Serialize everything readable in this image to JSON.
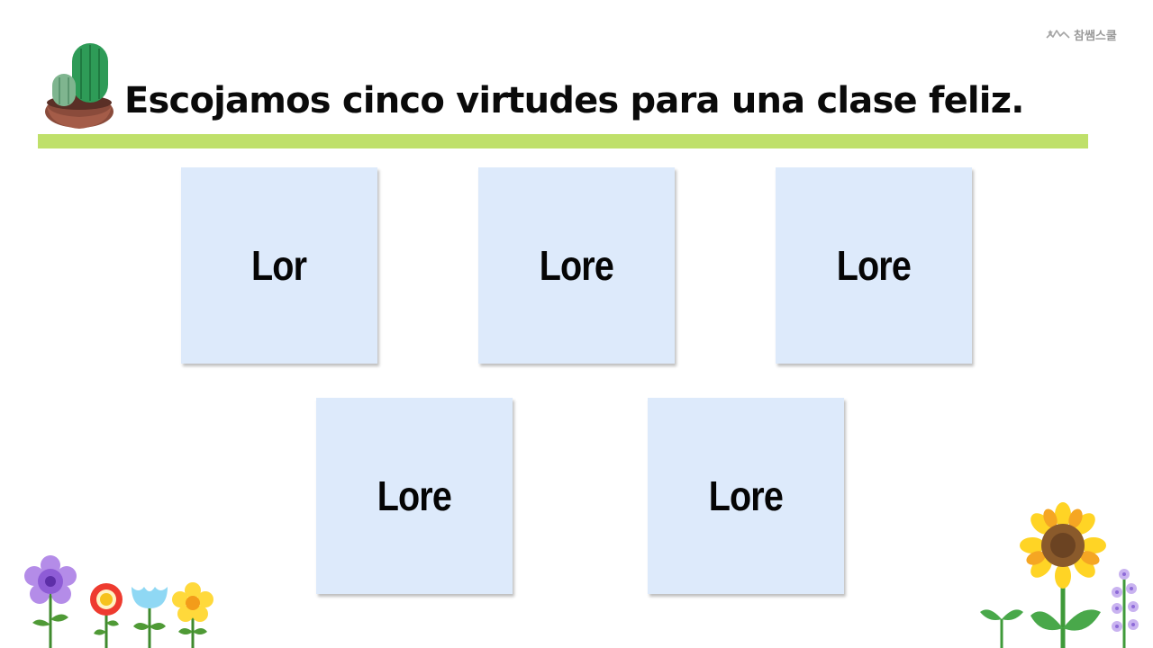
{
  "brand": {
    "text": "참쌤스쿨"
  },
  "title": "Escojamos cinco virtudes para una clase feliz.",
  "cards": [
    {
      "label": "Lor"
    },
    {
      "label": "Lore"
    },
    {
      "label": "Lore"
    },
    {
      "label": "Lore"
    },
    {
      "label": "Lore"
    }
  ],
  "colors": {
    "accent_bar": "#bfe06a",
    "card_bg": "#ddeafb",
    "title_text": "#0a0a0a"
  },
  "decorations": [
    "cactus-pot-icon",
    "wildflowers-icon",
    "sunflower-icon"
  ]
}
